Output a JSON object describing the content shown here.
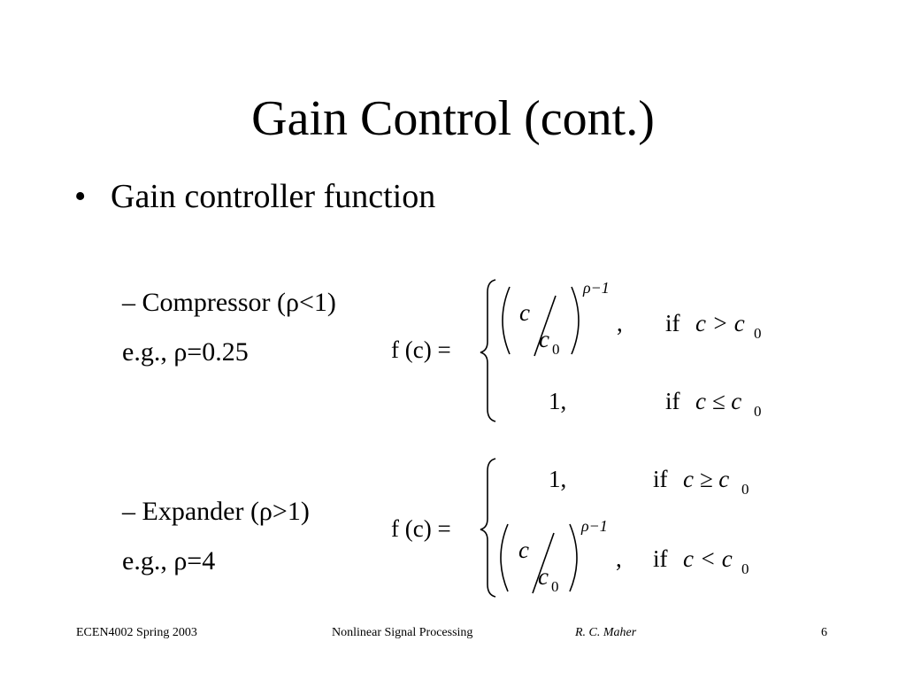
{
  "slide": {
    "title": "Gain Control (cont.)",
    "bullet_symbol": "•",
    "bullet_text": "Gain controller function",
    "compressor": {
      "label": "– Compressor (ρ<1)",
      "example": "e.g., ρ=0.25",
      "equation": {
        "lhs": "f (c) =",
        "case1_base_num": "c",
        "case1_base_den": "c",
        "case1_base_den_sub": "0",
        "case1_exponent": "ρ−1",
        "case1_comma": ",",
        "case1_if": "if",
        "case1_condition": "c > c",
        "case1_condition_sub": "0",
        "case2_value": "1,",
        "case2_if": "if",
        "case2_condition": "c ≤ c",
        "case2_condition_sub": "0"
      }
    },
    "expander": {
      "label": "– Expander (ρ>1)",
      "example": "e.g., ρ=4",
      "equation": {
        "lhs": "f (c) =",
        "case1_value": "1,",
        "case1_if": "if",
        "case1_condition": "c ≥ c",
        "case1_condition_sub": "0",
        "case2_base_num": "c",
        "case2_base_den": "c",
        "case2_base_den_sub": "0",
        "case2_exponent": "ρ−1",
        "case2_comma": ",",
        "case2_if": "if",
        "case2_condition": "c < c",
        "case2_condition_sub": "0"
      }
    }
  },
  "footer": {
    "course": "ECEN4002 Spring 2003",
    "topic": "Nonlinear Signal Processing",
    "author": "R. C. Maher",
    "page_number": "6"
  }
}
